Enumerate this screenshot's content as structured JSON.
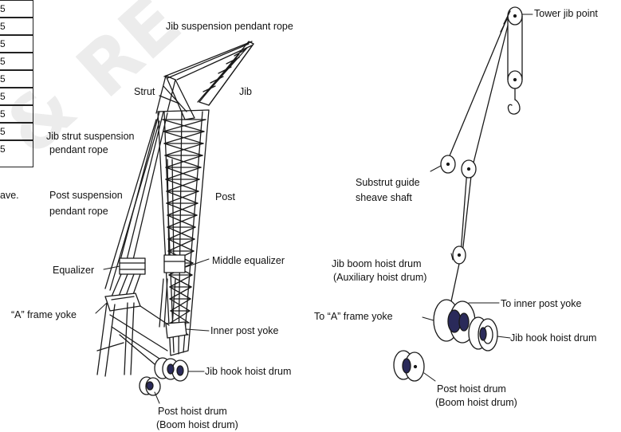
{
  "table": {
    "cells": [
      "5",
      "5",
      "5",
      "5",
      "5",
      "5",
      "5",
      "5",
      "5"
    ]
  },
  "watermark": {
    "fragments": [
      "&",
      "RE"
    ]
  },
  "left_labels": {
    "jib_suspension_pendant_rope": "Jib suspension pendant rope",
    "strut": "Strut",
    "jib": "Jib",
    "jib_strut_suspension_line1": "Jib strut suspension",
    "jib_strut_suspension_line2": "pendant rope",
    "cut_text": "ave.",
    "post_suspension_line1": "Post suspension",
    "post_suspension_line2": "pendant rope",
    "post": "Post",
    "equalizer": "Equalizer",
    "middle_equalizer": "Middle equalizer",
    "a_frame_yoke": "“A” frame yoke",
    "inner_post_yoke": "Inner post yoke",
    "jib_hook_hoist_drum": "Jib hook hoist drum",
    "post_hoist_drum_line1": "Post hoist drum",
    "post_hoist_drum_line2": "(Boom hoist drum)"
  },
  "right_labels": {
    "tower_jib_point": "Tower jib point",
    "substrut_line1": "Substrut guide",
    "substrut_line2": "sheave shaft",
    "jib_boom_line1": "Jib boom hoist drum",
    "jib_boom_line2": "(Auxiliary hoist drum)",
    "to_inner_post_yoke": "To inner post yoke",
    "to_a_frame_yoke": "To “A” frame yoke",
    "jib_hook_hoist_drum": "Jib hook hoist drum",
    "post_hoist_drum_line1": "Post hoist drum",
    "post_hoist_drum_line2": "(Boom hoist drum)"
  },
  "colors": {
    "ink": "#1a1a1a",
    "drum_core": "#2a2a5a",
    "watermark": "#c8c8c8"
  }
}
